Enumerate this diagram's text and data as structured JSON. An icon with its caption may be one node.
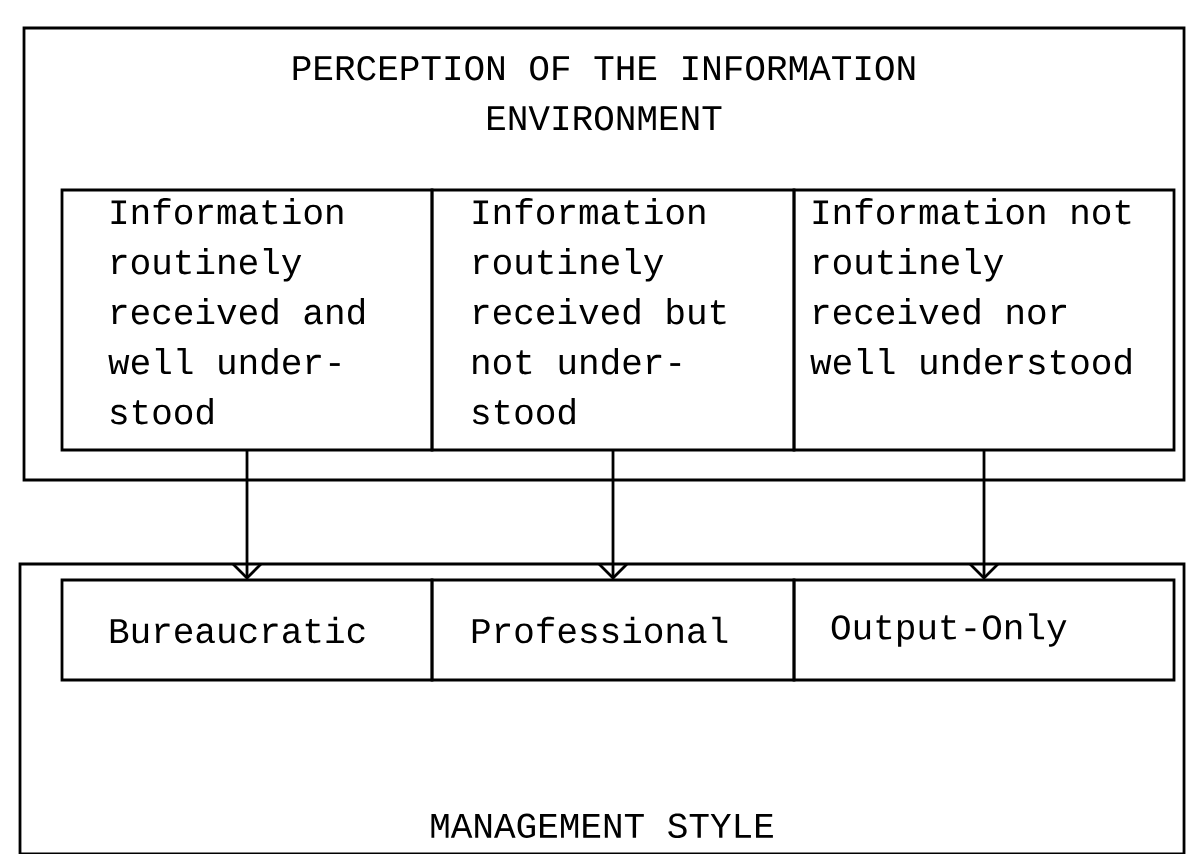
{
  "diagram": {
    "nodes": [
      {
        "text": [
          "PERCEPTION OF THE INFORMATION ENVIRONMENT"
        ]
      },
      {
        "text": [
          "Information routinely received and well under- stood"
        ],
        "in": 0
      },
      {
        "text": [
          "Information routinely received but not under- stood"
        ],
        "in": 0
      },
      {
        "text": [
          "Information not routinely received nor well understood"
        ],
        "in": 0
      },
      {
        "text": [
          "MANAGEMENT STYLE"
        ]
      },
      {
        "text": [
          "Bureaucratic"
        ],
        "in": 4
      },
      {
        "text": [
          "Professional"
        ],
        "in": 4
      },
      {
        "text": [
          "Output-Only"
        ],
        "in": 4
      }
    ],
    "edges": [
      {
        "from": 1,
        "to": 5,
        "arrow": "to"
      },
      {
        "from": 2,
        "to": 6,
        "arrow": "to"
      },
      {
        "from": 3,
        "to": 7,
        "arrow": "to"
      }
    ]
  }
}
